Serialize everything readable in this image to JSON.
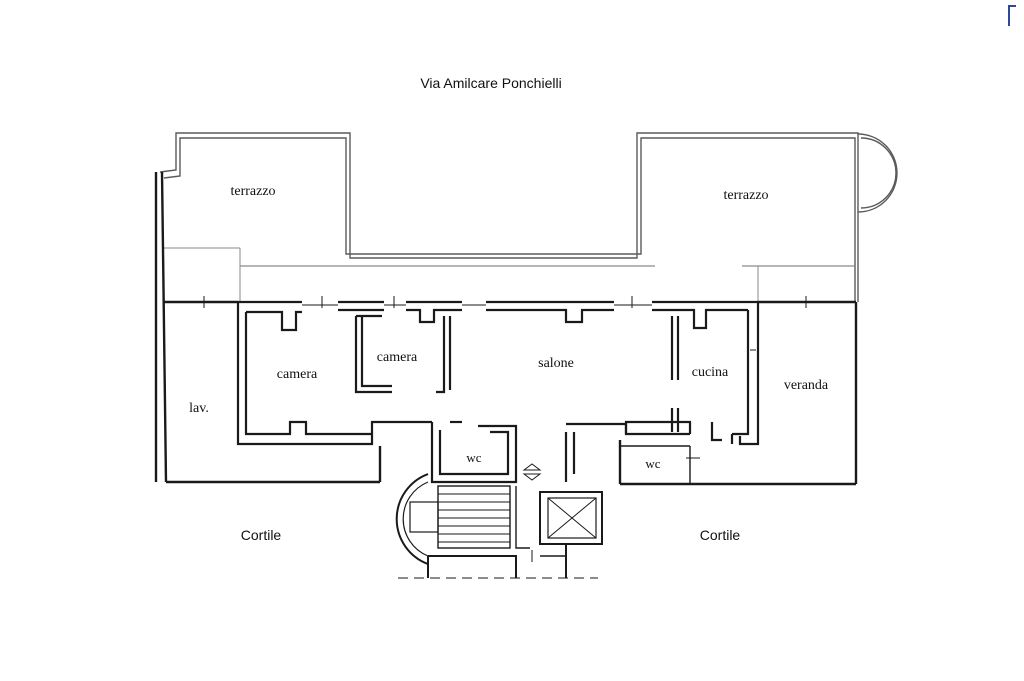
{
  "street_label": "Via Amilcare Ponchielli",
  "rooms": {
    "terrazzo_left": "terrazzo",
    "terrazzo_right": "terrazzo",
    "camera_1": "camera",
    "camera_2": "camera",
    "salone": "salone",
    "cucina": "cucina",
    "veranda": "veranda",
    "lav": "lav.",
    "wc_1": "wc",
    "wc_2": "wc"
  },
  "courtyards": {
    "left": "Cortile",
    "right": "Cortile"
  },
  "colors": {
    "wall": "#1a1a1a",
    "thin_line": "#4a4a4a",
    "faint_line": "#8a8a8a",
    "corner_mark": "#2c4a9a"
  }
}
